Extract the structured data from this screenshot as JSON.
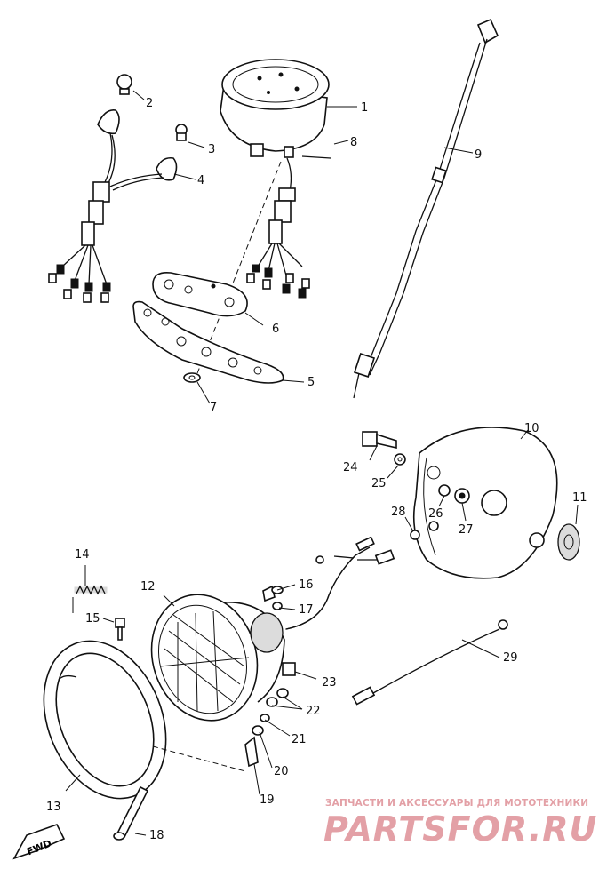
{
  "callouts": [
    "1",
    "2",
    "3",
    "4",
    "5",
    "6",
    "7",
    "8",
    "9",
    "10",
    "11",
    "12",
    "13",
    "14",
    "15",
    "16",
    "17",
    "18",
    "19",
    "20",
    "21",
    "22",
    "23",
    "24",
    "25",
    "26",
    "27",
    "28",
    "29"
  ],
  "fwd_label": "FWD",
  "watermark": {
    "tagline": "ЗАПЧАСТИ И АКСЕССУАРЫ ДЛЯ МОТОТЕХНИКИ",
    "brand": "PARTSFOR.RU",
    "color": "#e3a0a6"
  }
}
